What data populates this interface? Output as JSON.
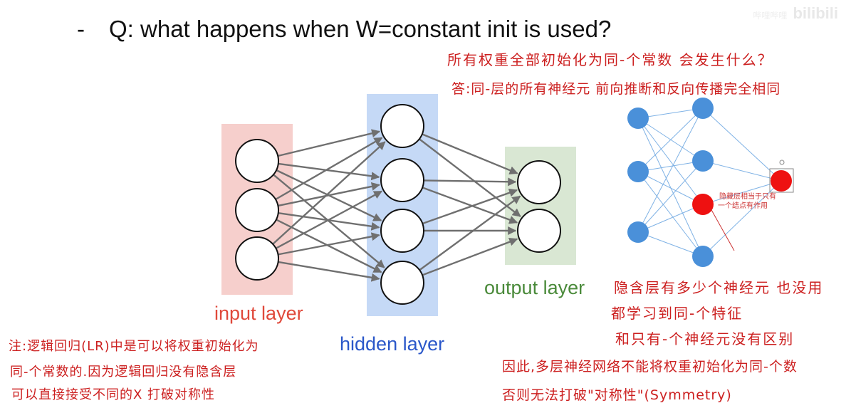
{
  "title": {
    "dash": "-",
    "text": "Q: what happens when W=constant init is used?"
  },
  "watermark": {
    "small": "哔哩哔哩",
    "logo": "bilibili"
  },
  "annotations": {
    "question": "所有权重全部初始化为同-个常数 会发生什么？",
    "answer": "答:同-层的所有神经元 前向推断和反向传播完全相同",
    "hidden_useless": "隐含层有多少个神经元 也没用",
    "same_feature": "都学习到同-个特征",
    "one_neuron": "和只有-个神经元没有区别",
    "conclusion_1": "因此,多层神经网络不能将权重初始化为同-个数",
    "conclusion_2": "否则无法打破\"对称性\"(Symmetry)",
    "note_1": "注:逻辑回归(LR)中是可以将权重初始化为",
    "note_2": "同-个常数的.因为逻辑回归没有隐含层",
    "note_3": "可以直接接受不同的X 打破对称性"
  },
  "diagram": {
    "layers": [
      {
        "label": "input layer",
        "nodes": 3,
        "color": "#f6cfcc",
        "label_color": "#e0493b"
      },
      {
        "label": "hidden layer",
        "nodes": 4,
        "color": "#c5d9f6",
        "label_color": "#2a57c9"
      },
      {
        "label": "output layer",
        "nodes": 2,
        "color": "#d9e7d3",
        "label_color": "#4a8a3a"
      }
    ]
  },
  "mini_network": {
    "callout": [
      "隐藏层相当于只有",
      "一个结点有作用"
    ],
    "node_color": "#4a90d9",
    "highlight_color": "#ee1111"
  }
}
